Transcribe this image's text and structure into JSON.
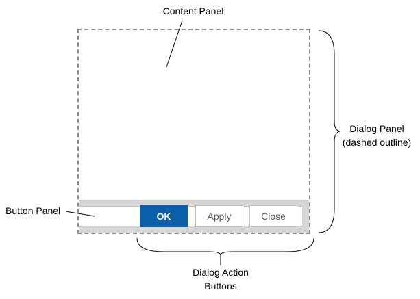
{
  "labels": {
    "content_panel": "Content Panel",
    "dialog_panel_line1": "Dialog Panel",
    "dialog_panel_line2": "(dashed outline)",
    "button_panel": "Button Panel",
    "dialog_action_buttons_line1": "Dialog Action",
    "dialog_action_buttons_line2": "Buttons"
  },
  "buttons": {
    "ok": "OK",
    "apply": "Apply",
    "close": "Close"
  },
  "colors": {
    "primary_button": "#0b5fa8",
    "dashed_outline": "#8a8a8a",
    "button_panel_bg": "#d6d6d6"
  }
}
